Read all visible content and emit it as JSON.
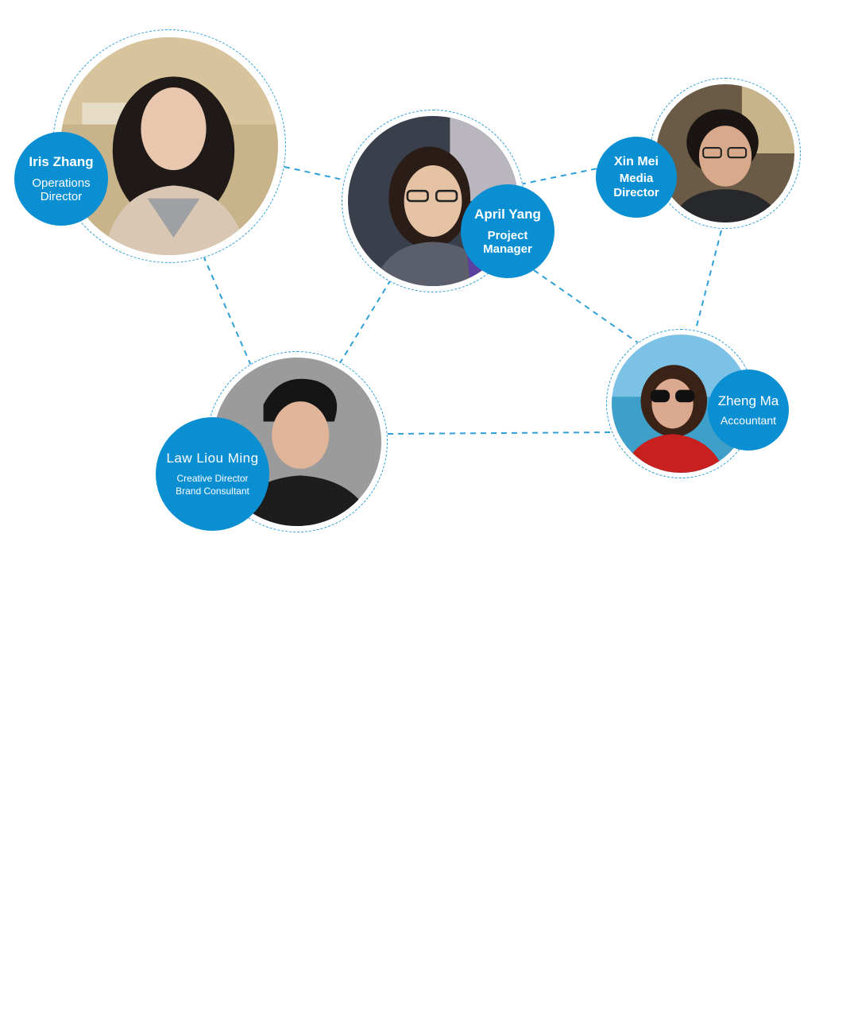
{
  "accent": "#0a8fd3",
  "line_color": "#2f9fd8",
  "members": [
    {
      "name": "Iris Zhang",
      "role_lines": [
        "Operations",
        "Director"
      ]
    },
    {
      "name": "April Yang",
      "role_lines": [
        "Project",
        "Manager"
      ]
    },
    {
      "name": "Xin Mei",
      "role_lines": [
        "Media",
        "Director"
      ]
    },
    {
      "name": "Law Liou Ming",
      "role_lines": [
        "Creative Director",
        "Brand Consultant"
      ]
    },
    {
      "name": "Zheng Ma",
      "role_lines": [
        "Accountant"
      ]
    }
  ]
}
